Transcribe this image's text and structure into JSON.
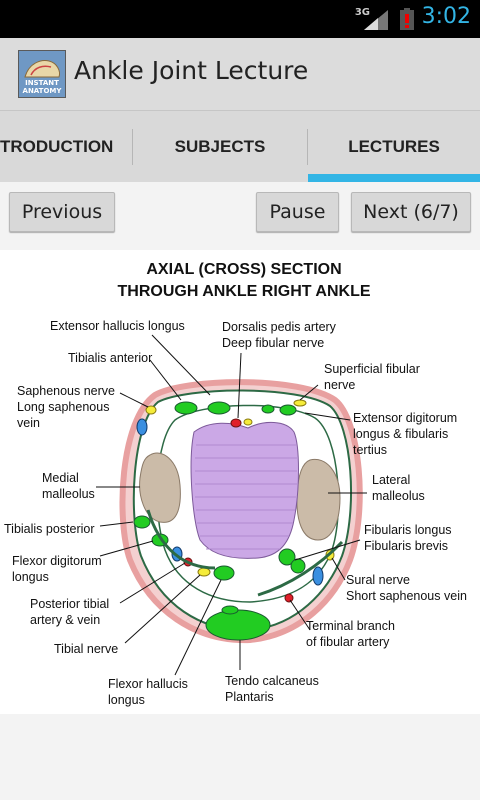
{
  "status_bar": {
    "network": "3G",
    "time": "3:02"
  },
  "app": {
    "title": "Ankle Joint Lecture",
    "icon_label_1": "INSTANT",
    "icon_label_2": "ANATOMY"
  },
  "tabs": [
    {
      "label": "TRODUCTION"
    },
    {
      "label": "SUBJECTS"
    },
    {
      "label": "LECTURES",
      "selected": true
    }
  ],
  "controls": {
    "previous": "Previous",
    "pause": "Pause",
    "next": "Next (6/7)"
  },
  "figure": {
    "title_line1": "AXIAL (CROSS) SECTION",
    "title_line2": "THROUGH ANKLE RIGHT ANKLE",
    "labels": {
      "extensor_hallucis_longus": "Extensor hallucis longus",
      "tibialis_anterior": "Tibialis anterior",
      "saphenous_nerve_1": "Saphenous nerve",
      "saphenous_nerve_2": "Long saphenous",
      "saphenous_nerve_3": "vein",
      "medial_malleolus_1": "Medial",
      "medial_malleolus_2": "malleolus",
      "tibialis_posterior": "Tibialis posterior",
      "flexor_digitorum_1": "Flexor digitorum",
      "flexor_digitorum_2": "longus",
      "posterior_tibial_1": "Posterior tibial",
      "posterior_tibial_2": "artery & vein",
      "tibial_nerve": "Tibial nerve",
      "flexor_hallucis_1": "Flexor hallucis",
      "flexor_hallucis_2": "longus",
      "dorsalis_pedis_1": "Dorsalis pedis artery",
      "dorsalis_pedis_2": "Deep fibular nerve",
      "superficial_fibular_1": "Superficial fibular",
      "superficial_fibular_2": "nerve",
      "extensor_digitorum_1": "Extensor digitorum",
      "extensor_digitorum_2": "longus & fibularis",
      "extensor_digitorum_3": "tertius",
      "lateral_malleolus_1": "Lateral",
      "lateral_malleolus_2": "malleolus",
      "fibularis_1": "Fibularis longus",
      "fibularis_2": "Fibularis brevis",
      "sural_1": "Sural nerve",
      "sural_2": "Short saphenous vein",
      "terminal_1": "Terminal branch",
      "terminal_2": "of fibular artery",
      "tendo_1": "Tendo calcaneus",
      "tendo_2": "Plantaris"
    }
  },
  "colors": {
    "accent": "#33b5e5",
    "muscle": "#22cc22",
    "bone": "#c9b9a6",
    "talus": "#c9a6e3",
    "skin": "#f2b5b5"
  }
}
